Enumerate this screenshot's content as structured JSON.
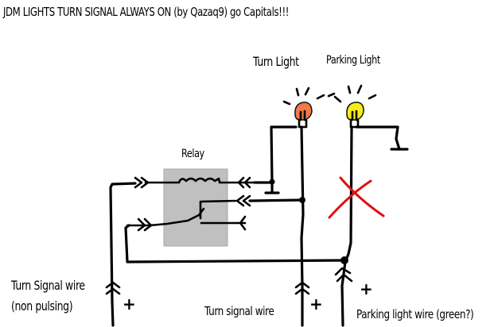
{
  "title": "JDM LIGHTS TURN SIGNAL ALWAYS ON (by Qazaq9) go Capitals!!!",
  "labels": {
    "turn_light": "Turn Light",
    "parking_light": "Parking Light",
    "relay": "Relay",
    "turn_signal_wire_left_line1": "Turn Signal wire",
    "turn_signal_wire_left_line2": "(non pulsing)",
    "turn_signal_wire_middle": "Turn signal wire",
    "parking_light_wire": "Parking light wire (green?)",
    "polarity_marker": "+"
  },
  "colors": {
    "turn_bulb": "#f07a4a",
    "parking_bulb": "#f5ec1a",
    "relay_body": "#c0c0c0",
    "cut_mark": "#e01010",
    "wire": "#000000"
  },
  "components": [
    {
      "id": "relay",
      "type": "relay",
      "label": "Relay"
    },
    {
      "id": "turn-bulb",
      "type": "bulb",
      "label": "Turn Light"
    },
    {
      "id": "parking-bulb",
      "type": "bulb",
      "label": "Parking Light"
    },
    {
      "id": "cut-mark",
      "type": "cross",
      "meaning": "wire cut"
    }
  ]
}
